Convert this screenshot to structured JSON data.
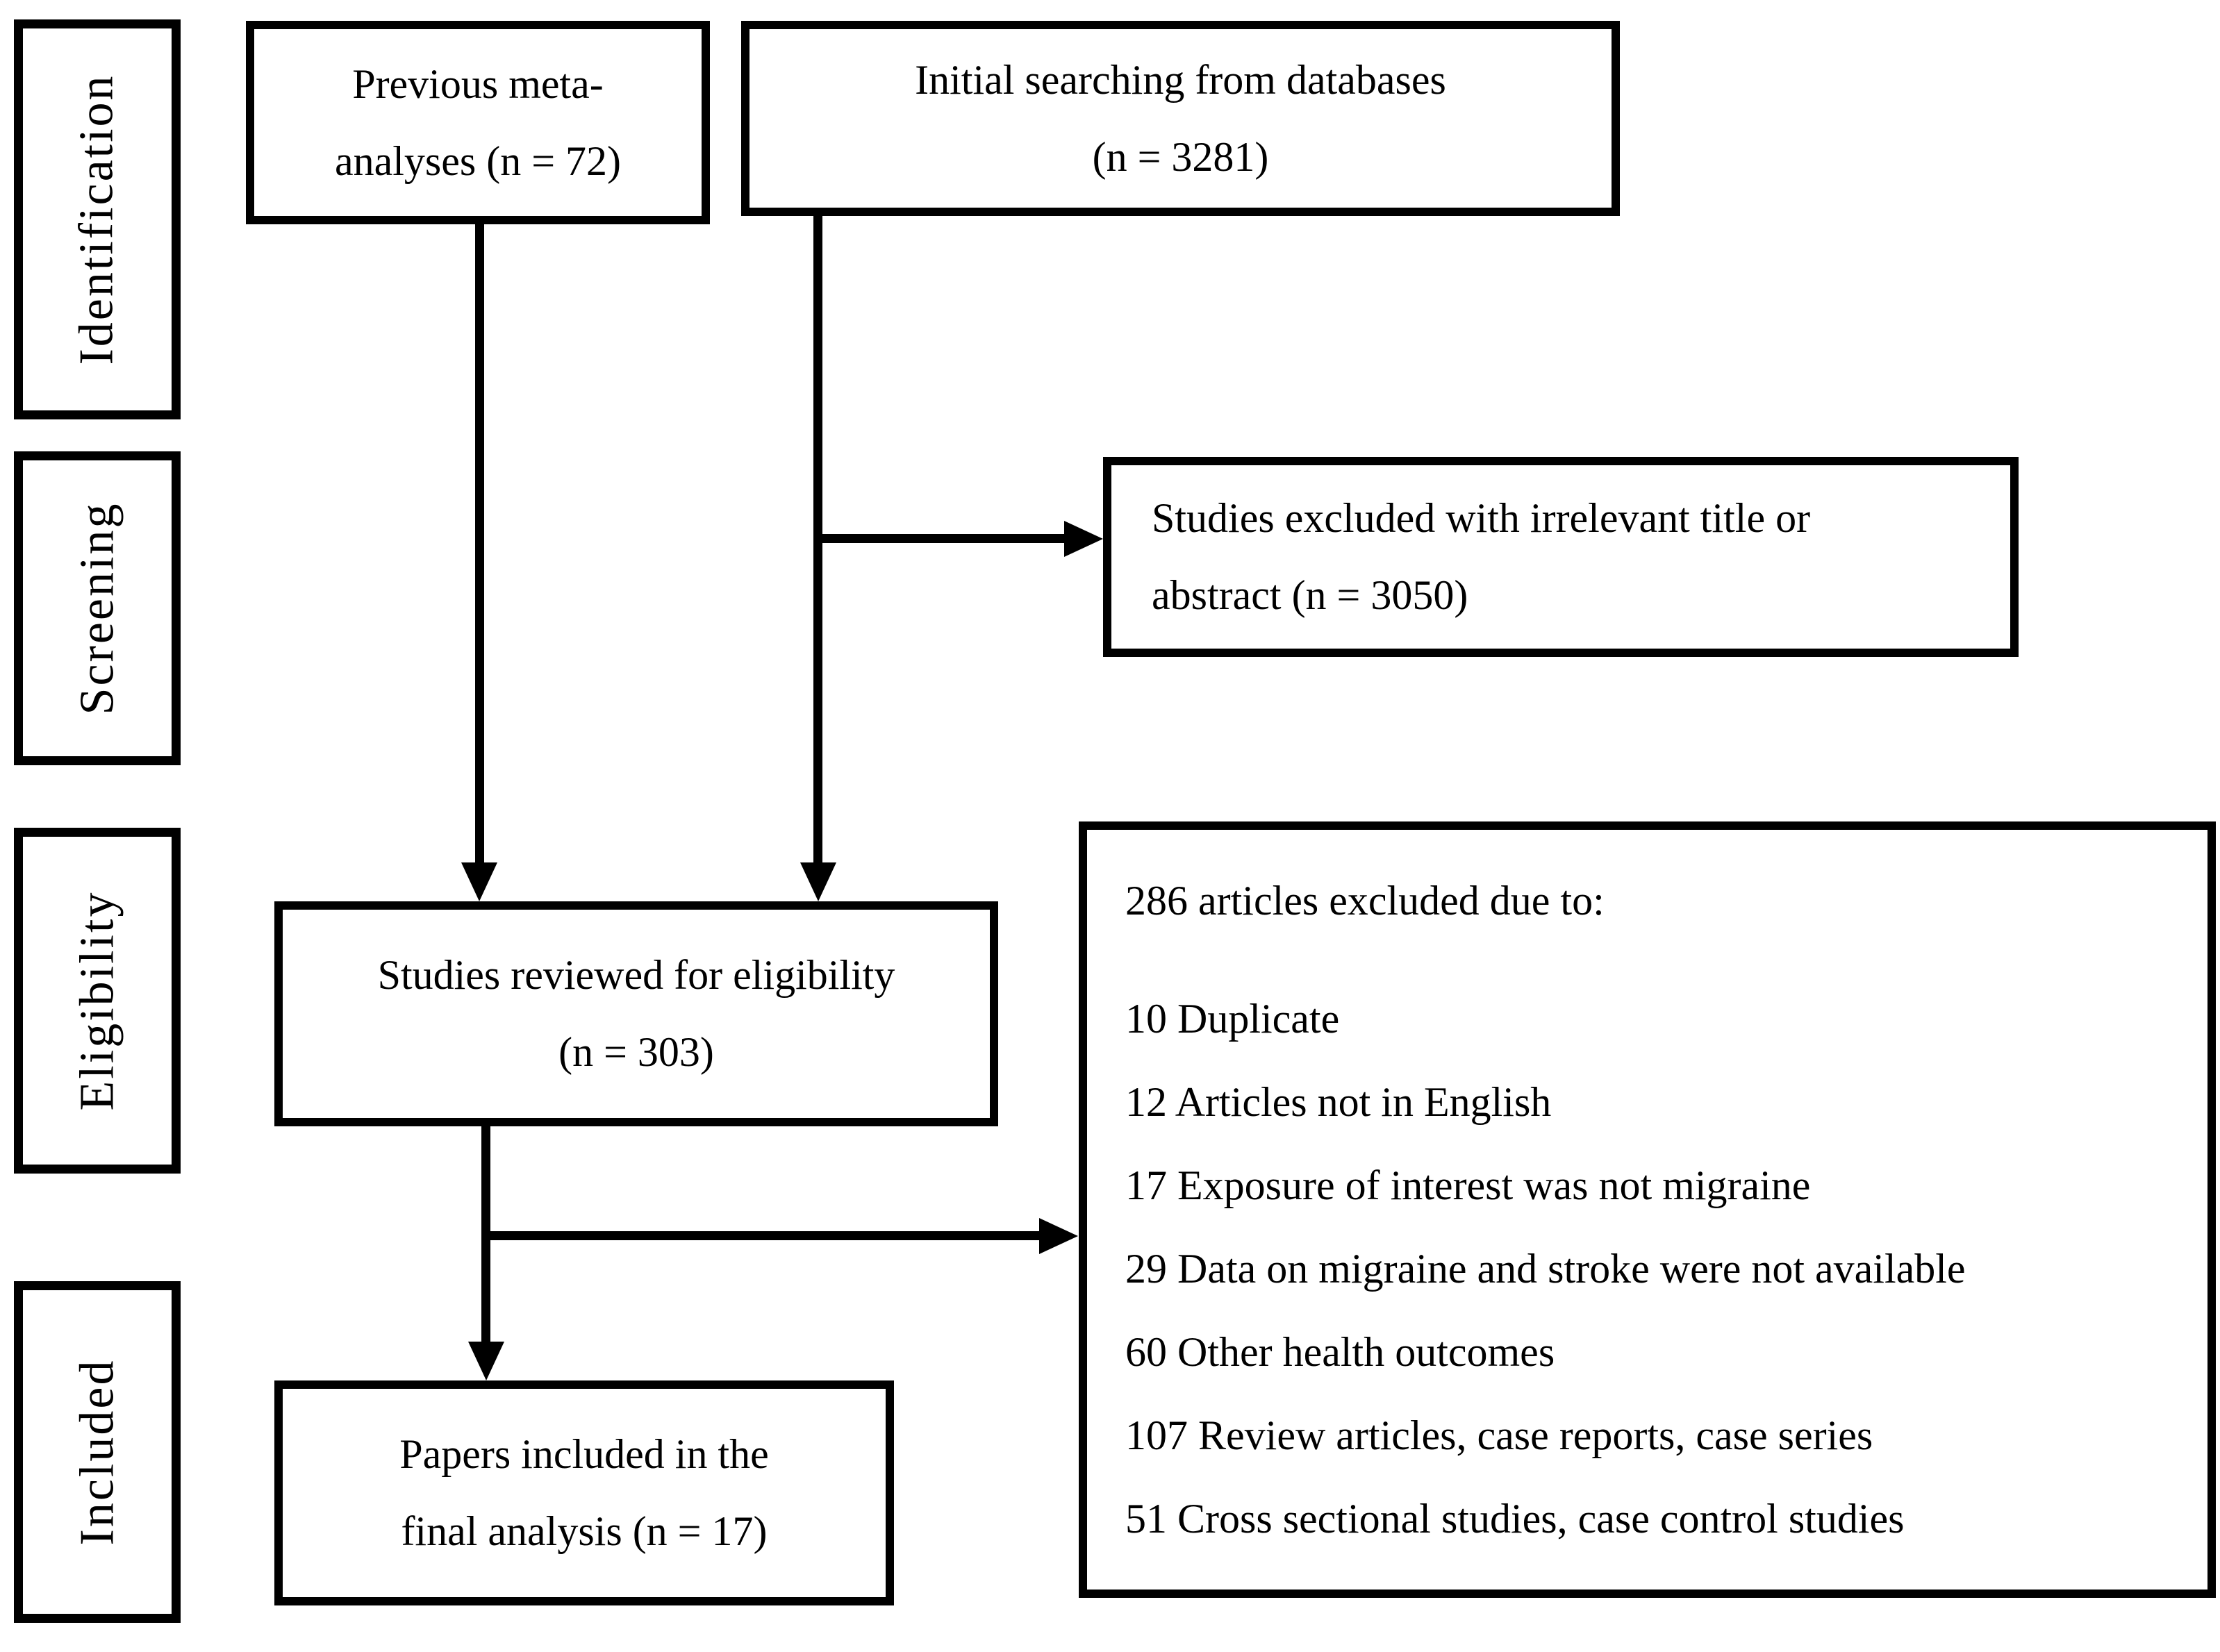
{
  "colors": {
    "background": "#ffffff",
    "line": "#000000",
    "text": "#000000"
  },
  "stages": [
    {
      "label": "Identification"
    },
    {
      "label": "Screening"
    },
    {
      "label": "Eligibility"
    },
    {
      "label": "Included"
    }
  ],
  "boxes": {
    "previous_meta": {
      "line1": "Previous meta-",
      "line2": "analyses (n = 72)"
    },
    "initial_search": {
      "line1": "Initial searching from databases",
      "line2": "(n = 3281)"
    },
    "excluded_screening": {
      "line1": "Studies excluded with irrelevant title or",
      "line2": "abstract (n = 3050)"
    },
    "reviewed": {
      "line1": "Studies reviewed for eligibility",
      "line2": "(n = 303)"
    },
    "excluded_eligibility": {
      "header": "286 articles excluded due to:",
      "items": [
        "10 Duplicate",
        "12 Articles not in English",
        "17 Exposure of interest was not migraine",
        "29 Data on migraine and stroke were not available",
        "60 Other health outcomes",
        "107 Review articles, case reports, case series",
        "51 Cross sectional studies, case control studies"
      ]
    },
    "included_final": {
      "line1": "Papers included in the",
      "line2": "final analysis (n = 17)"
    }
  }
}
